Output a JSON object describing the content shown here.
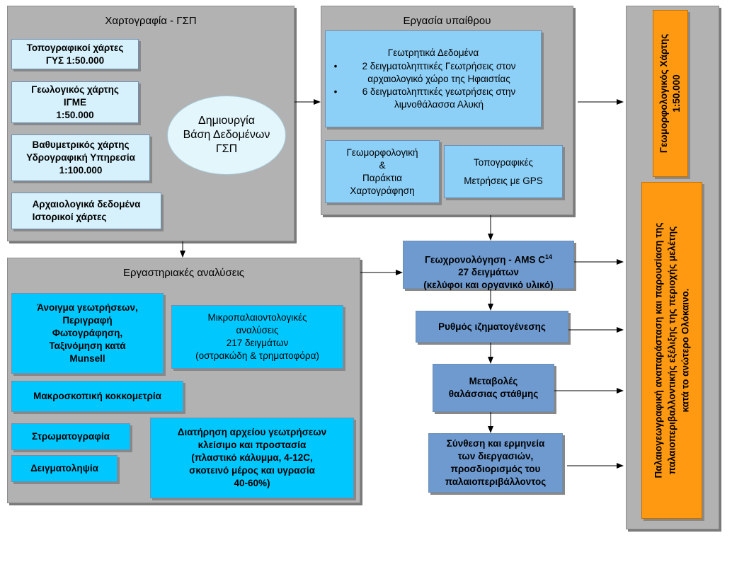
{
  "cartography": {
    "title": "Χαρτογραφία - ΓΣΠ",
    "topo_maps": "Τοπογραφικοί χάρτες\nΓΥΣ 1:50.000",
    "geo_maps": "Γεωλογικός χάρτης\nΙΓΜΕ\n1:50.000",
    "bathy_maps": "Βαθυμετρικός χάρτης\nΥδρογραφική Υπηρεσία\n1:100.000",
    "archaeo_data": "Αρχαιολογικά δεδομένα\nΙστορικοί χάρτες",
    "database": "Δημιουργία\nΒάση Δεδομένων\nΓΣΠ"
  },
  "fieldwork": {
    "title": "Εργασία υπαίθρου",
    "drilling_title": "Γεωτρητικά Δεδομένα",
    "drilling_items": [
      "2  δειγματοληπτικές Γεωτρήσεις στον αρχαιολογικό χώρο της Ηφαιστίας",
      "6  δειγματοληπτικές γεωτρήσεις στην λιμνοθάλασσα Αλυκή"
    ],
    "geomorph": "Γεωμορφολογική\n&\nΠαράκτια\nΧαρτογράφηση",
    "gps": "Τοπογραφικές\nΜετρήσεις με GPS"
  },
  "lab": {
    "title": "Εργαστηριακές αναλύσεις",
    "core_opening": "Άνοιγμα γεωτρήσεων,\nΠεριγραφή\nΦωτογράφηση,\nΤαξινόμηση κατά\nMunsell",
    "micropaleo": "Μικροπαλαιοντολογικές\nαναλύσεις\n217 δειγμάτων\n(οστρακώδη & τρηματοφόρα)",
    "grain_size": "Μακροσκοπική κοκκομετρία",
    "stratigraphy": "Στρωματογραφία",
    "sampling": "Δειγματοληψία",
    "archive": "Διατήρηση αρχείου γεωτρήσεων\nκλείσιμο και προστασία\n(πλαστικό κάλυμμα, 4-12C,\nσκοτεινό μέρος και υγρασία\n40-60%)"
  },
  "process": {
    "dating_line1": "Γεωχρονολόγηση - AMS C",
    "dating_sup": "14",
    "dating_rest": "27 δειγμάτων\n(κελύφοι και οργανικό υλικό)",
    "sedimentation": "Ρυθμός ιζηματογένεσης",
    "sea_level": "Μεταβολές\nθαλάσσιας στάθμης",
    "synthesis": "Σύνθεση και ερμηνεία\nτων διεργασιών,\nπροσδιορισμός του\nπαλαιοπεριβάλλοντος"
  },
  "outputs": {
    "geomorph_map": "Γεωμορφολογικός Χάρτης\n1:50.000",
    "paleogeo": "Παλαιογεωγραφική αναπαράσταση και παρουσίαση της\nπαλαιοπεριβαλλοντικής εξέλιξης της περιοχής μελέτης\nκατά το ανώτερο Ολόκαινο."
  },
  "colors": {
    "panel_gray": "#b2b2b2",
    "pale_cyan": "#d6f1fb",
    "cyan": "#00c8ff",
    "light_blue": "#8ccff7",
    "steel_blue": "#6e9ad0",
    "orange": "#ff9911"
  }
}
